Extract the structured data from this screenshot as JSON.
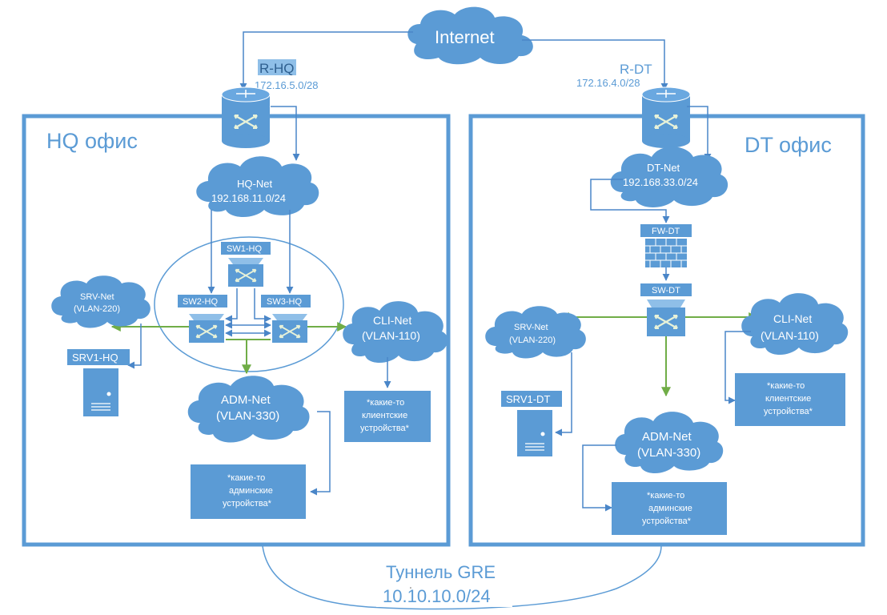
{
  "colors": {
    "accent": "#5b9bd5",
    "cloud_fill": "#5b9bd5",
    "link_blue": "#4a86c8",
    "link_green": "#70ad47",
    "highlight": "#8fbfe8"
  },
  "internet": {
    "label": "Internet"
  },
  "tunnel": {
    "label": "Туннель GRE",
    "subnet": "10.10.10.0/24",
    "stray_mark": "'"
  },
  "hq": {
    "office_label": "HQ офис",
    "router": {
      "name": "R-HQ",
      "subnet": "172.16.5.0/28",
      "icon": "router-icon"
    },
    "net_cloud": {
      "line1": "HQ-Net",
      "line2": "192.168.11.0/24"
    },
    "sw1_label": "SW1-HQ",
    "sw2_label": "SW2-HQ",
    "sw3_label": "SW3-HQ",
    "srv_net": {
      "line1": "SRV-Net",
      "line2": "(VLAN-220)"
    },
    "srv_label": "SRV1-HQ",
    "cli_net": {
      "line1": "CLI-Net",
      "line2": "(VLAN-110)"
    },
    "adm_net": {
      "line1": "ADM-Net",
      "line2": "(VLAN-330)"
    },
    "cli_devices": {
      "line1": "*какие-то",
      "line2": "клиентские",
      "line3": "устройства*"
    },
    "adm_devices": {
      "line1": "*какие-то",
      "line2": "админские",
      "line3": "устройства*"
    }
  },
  "dt": {
    "office_label": "DT офис",
    "router": {
      "name": "R-DT",
      "subnet": "172.16.4.0/28",
      "icon": "router-icon"
    },
    "net_cloud": {
      "line1": "DT-Net",
      "line2": "192.168.33.0/24"
    },
    "fw_label": "FW-DT",
    "sw_label": "SW-DT",
    "srv_net": {
      "line1": "SRV-Net",
      "line2": "(VLAN-220)"
    },
    "srv_label": "SRV1-DT",
    "cli_net": {
      "line1": "CLI-Net",
      "line2": "(VLAN-110)"
    },
    "adm_net": {
      "line1": "ADM-Net",
      "line2": "(VLAN-330)"
    },
    "cli_devices": {
      "line1": "*какие-то",
      "line2": "клиентские",
      "line3": "устройства*"
    },
    "adm_devices": {
      "line1": "*какие-то",
      "line2": "админские",
      "line3": "устройства*"
    }
  }
}
